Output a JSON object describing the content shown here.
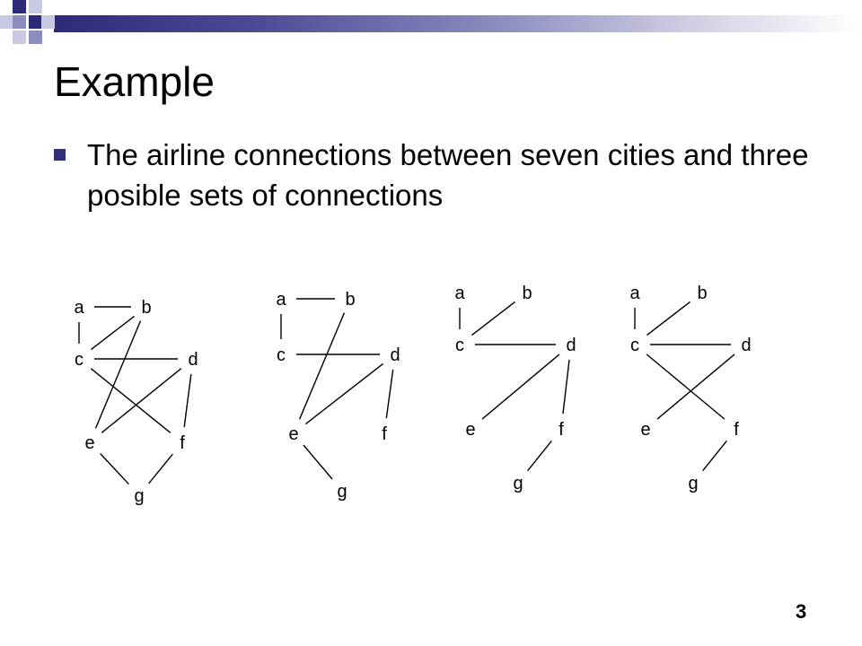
{
  "slide": {
    "title": "Example",
    "bullets": [
      "The airline connections between seven cities and three posible sets of connections"
    ],
    "page_number": "3"
  },
  "colors": {
    "accent_dark": "#2b2b7a",
    "accent_mid": "#8c8cbf",
    "accent_light": "#c9c9e3",
    "bullet": "#2f2f78",
    "edge": "#000000"
  },
  "graphs": [
    {
      "nodes": [
        "a",
        "b",
        "c",
        "d",
        "e",
        "f",
        "g"
      ],
      "edges": [
        [
          "a",
          "b"
        ],
        [
          "a",
          "c"
        ],
        [
          "b",
          "c"
        ],
        [
          "b",
          "e"
        ],
        [
          "c",
          "d"
        ],
        [
          "c",
          "f"
        ],
        [
          "d",
          "e"
        ],
        [
          "d",
          "f"
        ],
        [
          "e",
          "g"
        ],
        [
          "f",
          "g"
        ]
      ]
    },
    {
      "nodes": [
        "a",
        "b",
        "c",
        "d",
        "e",
        "f",
        "g"
      ],
      "edges": [
        [
          "a",
          "b"
        ],
        [
          "a",
          "c"
        ],
        [
          "c",
          "d"
        ],
        [
          "b",
          "e"
        ],
        [
          "d",
          "e"
        ],
        [
          "d",
          "f"
        ],
        [
          "e",
          "g"
        ]
      ]
    },
    {
      "nodes": [
        "a",
        "b",
        "c",
        "d",
        "e",
        "f",
        "g"
      ],
      "edges": [
        [
          "a",
          "c"
        ],
        [
          "b",
          "c"
        ],
        [
          "c",
          "d"
        ],
        [
          "d",
          "e"
        ],
        [
          "d",
          "f"
        ],
        [
          "f",
          "g"
        ]
      ]
    },
    {
      "nodes": [
        "a",
        "b",
        "c",
        "d",
        "e",
        "f",
        "g"
      ],
      "edges": [
        [
          "a",
          "c"
        ],
        [
          "b",
          "c"
        ],
        [
          "c",
          "d"
        ],
        [
          "d",
          "e"
        ],
        [
          "c",
          "f"
        ],
        [
          "f",
          "g"
        ]
      ]
    }
  ]
}
